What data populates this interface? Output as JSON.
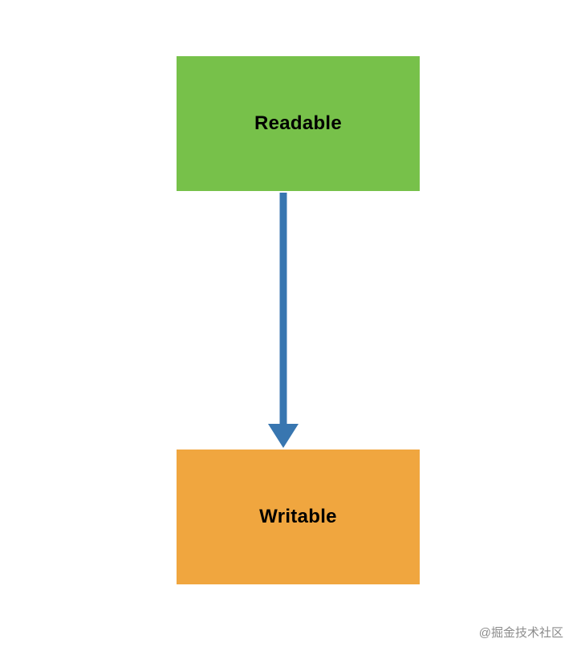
{
  "diagram": {
    "type": "flow",
    "nodes": [
      {
        "id": "readable",
        "label": "Readable",
        "fill": "#77C14A",
        "text_color": "#000000"
      },
      {
        "id": "writable",
        "label": "Writable",
        "fill": "#F0A63F",
        "text_color": "#000000"
      }
    ],
    "edge": {
      "from": "readable",
      "to": "writable",
      "direction": "down",
      "color": "#3876B0"
    }
  },
  "watermark": {
    "text": "@掘金技术社区",
    "color": "#8c8c8c"
  }
}
